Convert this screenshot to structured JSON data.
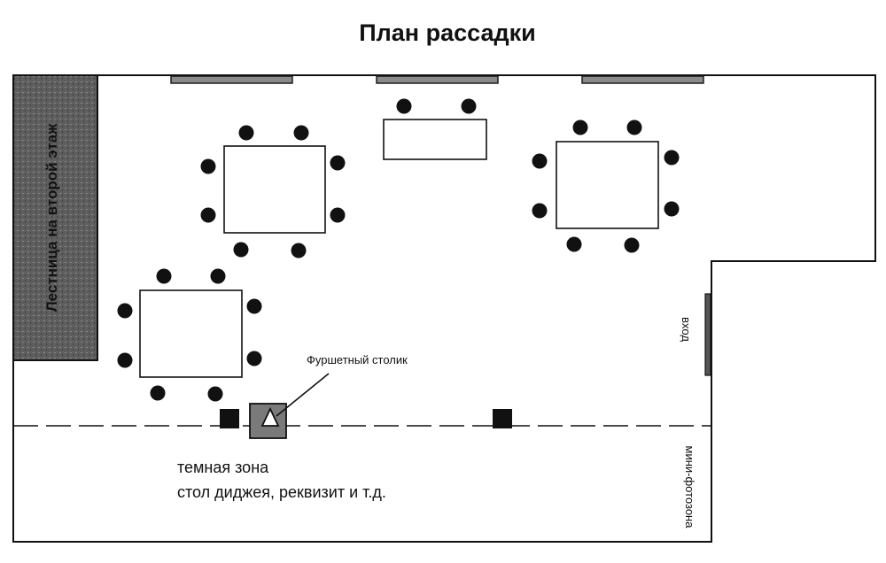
{
  "title": "План рассадки",
  "labels": {
    "stairs": "Лестница на второй этаж",
    "entrance": "вход",
    "buffet": "Фуршетный столик",
    "dark_zone_line1": "темная зона",
    "dark_zone_line2": "стол диджея, реквизит и т.д.",
    "photo_zone": "мини-фотозона"
  },
  "colors": {
    "stairs_fill": "#6b6b6b",
    "buffet_fill": "#7a7a7a",
    "ink": "#111111"
  }
}
